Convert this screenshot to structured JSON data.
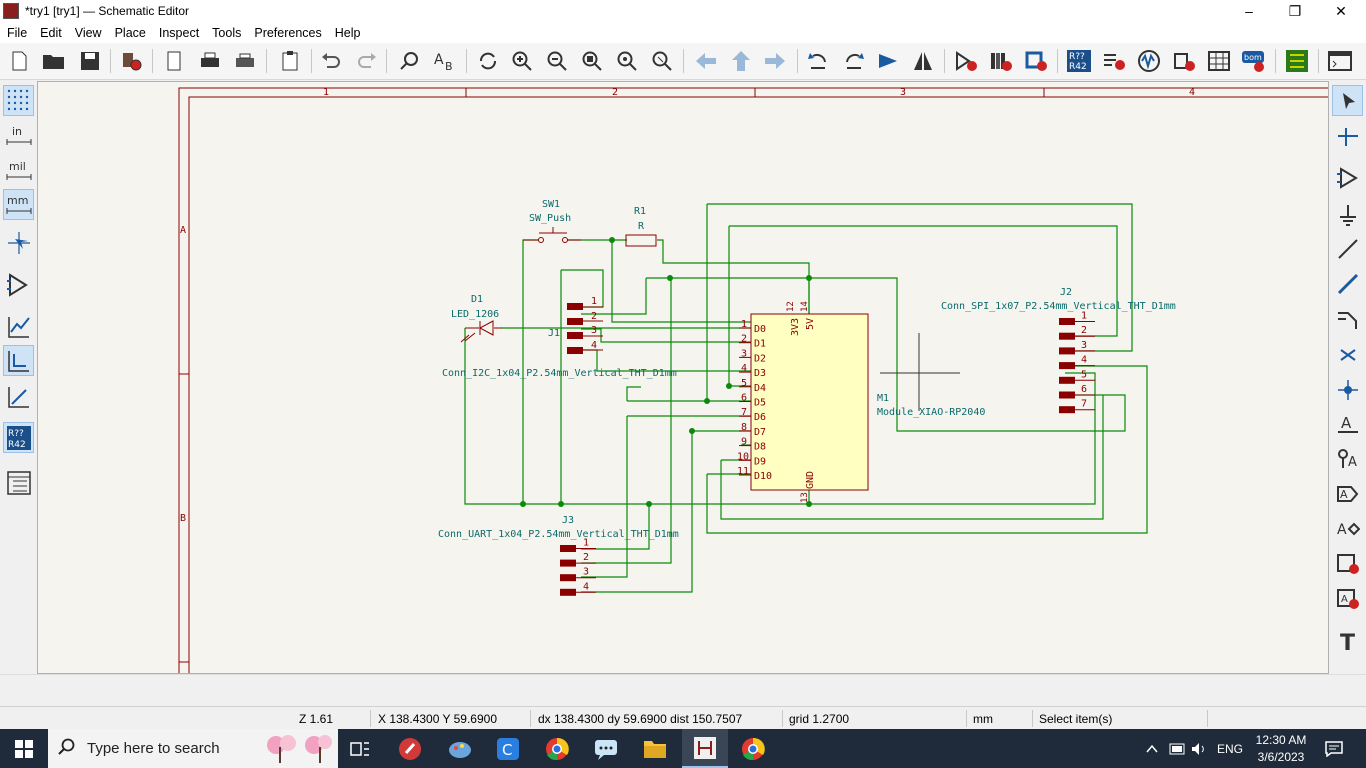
{
  "window": {
    "title": "*try1 [try1] — Schematic Editor"
  },
  "menu": [
    "File",
    "Edit",
    "View",
    "Place",
    "Inspect",
    "Tools",
    "Preferences",
    "Help"
  ],
  "left_toolbar": {
    "unit_in": "in",
    "unit_mil": "mil",
    "unit_mm": "mm",
    "annotate_badge": "R??\nR42"
  },
  "right_toolbar": {
    "text_tool": "T"
  },
  "frame": {
    "columns": [
      "1",
      "2",
      "3",
      "4"
    ],
    "rows": [
      "A",
      "B"
    ]
  },
  "schematic": {
    "sw1": {
      "ref": "SW1",
      "value": "SW_Push"
    },
    "r1": {
      "ref": "R1",
      "value": "R"
    },
    "d1": {
      "ref": "D1",
      "value": "LED_1206"
    },
    "j1": {
      "ref": "J1",
      "value": "Conn_I2C_1x04_P2.54mm_Vertical_THT_D1mm",
      "pins": [
        "1",
        "2",
        "3",
        "4"
      ]
    },
    "j2": {
      "ref": "J2",
      "value": "Conn_SPI_1x07_P2.54mm_Vertical_THT_D1mm",
      "pins": [
        "1",
        "2",
        "3",
        "4",
        "5",
        "6",
        "7"
      ]
    },
    "j3": {
      "ref": "J3",
      "value": "Conn_UART_1x04_P2.54mm_Vertical_THT_D1mm",
      "pins": [
        "1",
        "2",
        "3",
        "4"
      ]
    },
    "m1": {
      "ref": "M1",
      "value": "Module_XIAO-RP2040",
      "left_pins": [
        {
          "num": "1",
          "name": "D0"
        },
        {
          "num": "2",
          "name": "D1"
        },
        {
          "num": "3",
          "name": "D2"
        },
        {
          "num": "4",
          "name": "D3"
        },
        {
          "num": "5",
          "name": "D4"
        },
        {
          "num": "6",
          "name": "D5"
        },
        {
          "num": "7",
          "name": "D6"
        },
        {
          "num": "8",
          "name": "D7"
        },
        {
          "num": "9",
          "name": "D8"
        },
        {
          "num": "10",
          "name": "D9"
        },
        {
          "num": "11",
          "name": "D10"
        }
      ],
      "top_pins": [
        {
          "num": "12",
          "name": "3V3"
        },
        {
          "num": "14",
          "name": "5V"
        }
      ],
      "bottom_pin": {
        "num": "13",
        "name": "GND"
      }
    }
  },
  "status": {
    "zoom": "Z 1.61",
    "coords": "X 138.4300  Y 59.6900",
    "delta": "dx 138.4300  dy 59.6900  dist 150.7507",
    "grid": "grid 1.2700",
    "units": "mm",
    "mode": "Select item(s)"
  },
  "taskbar": {
    "search_placeholder": "Type here to search",
    "language": "ENG",
    "time": "12:30 AM",
    "date": "3/6/2023"
  },
  "colors": {
    "wire": "#0a8a0a",
    "junction": "#0a8a0a",
    "body": "#8a0000",
    "component_fill": "#ffffc2",
    "pin_text": "#8a0000",
    "label_text": "#0a6a6a",
    "frame": "#8a0000",
    "taskbar": "#1f2b3b"
  }
}
